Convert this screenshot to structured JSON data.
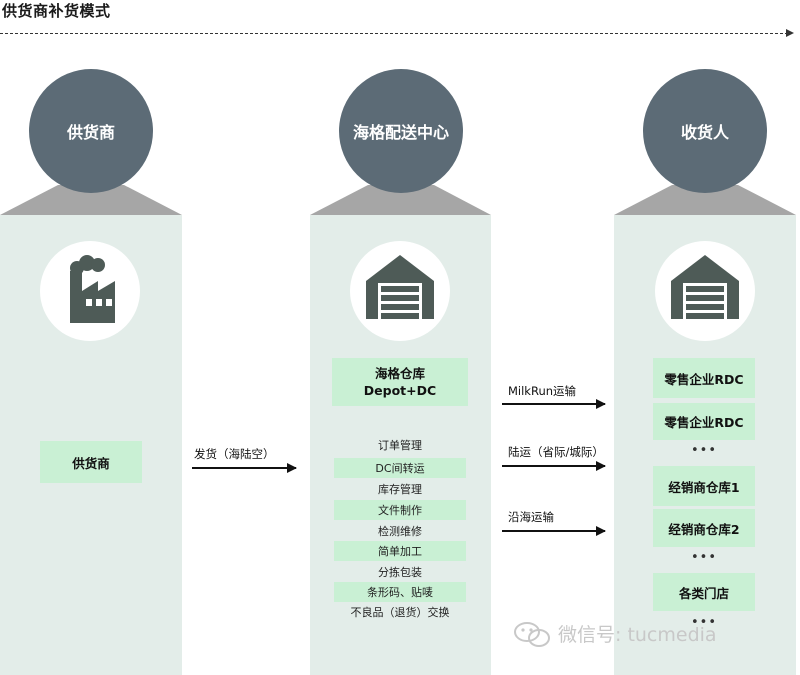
{
  "title": "供货商补货模式",
  "colors": {
    "panel": "#e3ede9",
    "circle": "#5c6b76",
    "triangle": "#a6a6a6",
    "highlight_box": "#c9f0d4",
    "icon": "#4e5b57"
  },
  "columns": [
    {
      "header": "供货商",
      "icon": "factory-icon"
    },
    {
      "header": "海格配送中心",
      "icon": "warehouse-icon"
    },
    {
      "header": "收货人",
      "icon": "warehouse-icon"
    }
  ],
  "supplier": {
    "box_label": "供货商"
  },
  "dc": {
    "warehouse_label_line1": "海格仓库",
    "warehouse_label_line2": "Depot+DC",
    "services": [
      "订单管理",
      "DC间转运",
      "库存管理",
      "文件制作",
      "检测维修",
      "简单加工",
      "分拣包装",
      "条形码、贴唛",
      "不良品（退货）交换"
    ]
  },
  "arrows": {
    "ship": "发货（海陆空）",
    "milkrun": "MilkRun运输",
    "land": "陆运（省际/城际）",
    "sea": "沿海运输"
  },
  "receivers": {
    "items": [
      "零售企业RDC",
      "零售企业RDC",
      "经销商仓库1",
      "经销商仓库2",
      "各类门店"
    ],
    "ellipsis": "•••"
  },
  "watermark": "微信号: tucmedia"
}
